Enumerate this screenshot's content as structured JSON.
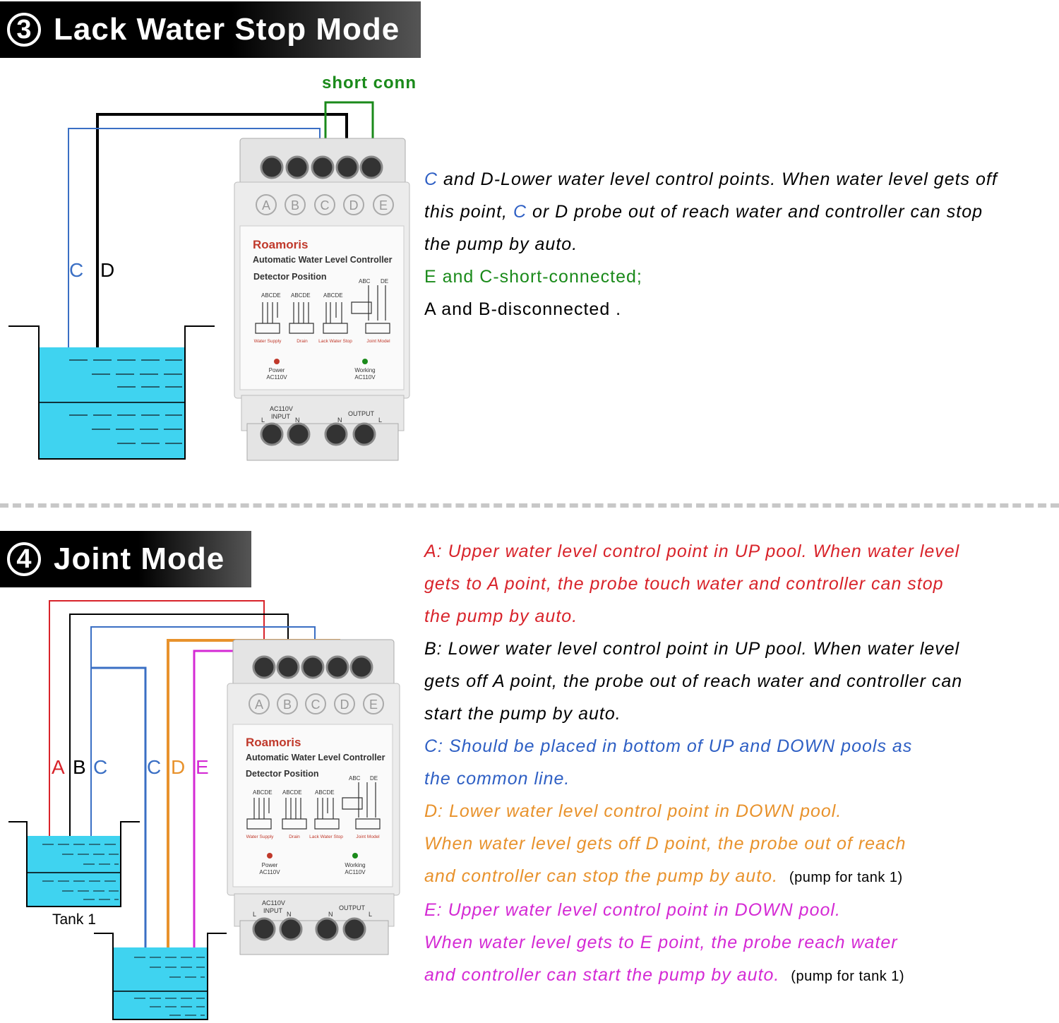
{
  "section3": {
    "number": "3",
    "title": "Lack Water Stop Mode",
    "short_connect": "short connect",
    "probe_labels": {
      "c": "C",
      "d": "D"
    },
    "desc": {
      "line1_c": "C",
      "line1_rest": " and D-Lower water level control points. When water level gets off",
      "line2_pre": "this point, ",
      "line2_c": "C",
      "line2_rest": " or D probe out of reach water and controller can stop",
      "line3": "the pump by auto.",
      "line4": "E and C-short-connected;",
      "line5": "A and B-disconnected ."
    }
  },
  "section4": {
    "number": "4",
    "title": "Joint Mode",
    "probe_labels": {
      "a": "A",
      "b": "B",
      "c1": "C",
      "c2": "C",
      "d": "D",
      "e": "E"
    },
    "tank1_label": "Tank 1",
    "desc": {
      "a1": "A:  Upper water level control point in UP pool. When water level",
      "a2": "gets to A point, the probe touch water and controller can stop",
      "a3": "the pump by auto.",
      "b1": "B:  Lower water level control point in UP pool. When water level",
      "b2": "gets off A point, the probe out of reach water and controller can",
      "b3": "start the pump by auto.",
      "c1": "C:  Should be placed in bottom of UP and DOWN pools as",
      "c2": "the common line.",
      "d1": "D:  Lower water level control point in DOWN pool.",
      "d2": "When water level gets off D point,  the probe out of reach",
      "d3": "and controller can stop the pump by auto.",
      "d_note": "(pump for tank 1)",
      "e1": "E: Upper water level control point in DOWN pool.",
      "e2": "When water level gets to E point, the probe reach water",
      "e3": "and controller can start the pump by auto.",
      "e_note": "(pump for tank 1)"
    }
  },
  "device": {
    "brand": "Roamoris",
    "model": "Automatic Water Level Controller",
    "detector": "Detector Position",
    "terminals": [
      "A",
      "B",
      "C",
      "D",
      "E"
    ],
    "group_label_1": "ABCDE",
    "group_label_2": "ABCDE",
    "group_label_3": "ABCDE",
    "group_label_4a": "ABC",
    "group_label_4b": "DE",
    "mode_labels": [
      "Water Supply",
      "Drain",
      "Lack Water Stop",
      "Joint Model"
    ],
    "power_label": "Power",
    "power_volt": "AC110V",
    "working_label": "Working",
    "working_volt": "AC110V",
    "input_volt": "AC110V",
    "input_label": "INPUT",
    "output_label": "OUTPUT",
    "l": "L",
    "n": "N"
  },
  "colors": {
    "blue_wire": "#3a6fc4",
    "green": "#1a8a1a",
    "red": "#d8232a",
    "blue_text": "#2e5fc4",
    "orange": "#e8922c",
    "magenta": "#d42ad4",
    "water": "#3fd3f0"
  }
}
